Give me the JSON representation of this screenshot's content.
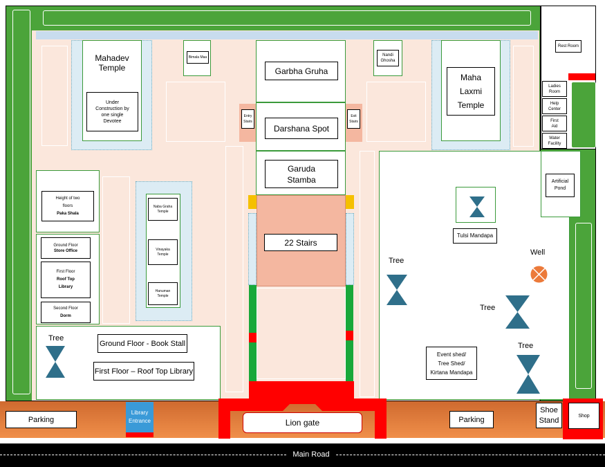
{
  "labels": {
    "mahadev": "Mahadev\nTemple",
    "under_construction": "Under\nConstruction by\none single\nDevotee",
    "bimala_maa": "Bimala Maa",
    "garbha_gruha": "Garbha Gruha",
    "nandi_ghosha": "Nandi\nGhosha",
    "maha_laxmi": "Maha\nLaxmi\nTemple",
    "rest_room": "Rest Room",
    "ladies_room": "Ladies\nRoom",
    "help_center": "Help\nCenter",
    "first_aid": "First\nAid",
    "water_facility": "Water\nFacility",
    "entry_stairs": "Entry\nStairs",
    "exit_stairs": "Exit\nStairs",
    "darshana_spot": "Darshana Spot",
    "garuda_stamba": "Garuda\nStamba",
    "twenty_two_stairs": "22 Stairs",
    "paka_shala_line1": "Height of two\nfloors",
    "paka_shala_line2": "Paka Shala",
    "store_line1": "Ground Floor",
    "store_line2": "Store Office",
    "library_line1": "First Floor",
    "library_line2": "Roof Top\nLibrary",
    "dorm_line1": "Second Floor",
    "dorm_line2": "Dorm",
    "naba_graha": "Naba Graha\nTemple",
    "vinayaka": "Vinayaka\nTemple",
    "hanuman": "Hanuman\nTemple",
    "artificial_pond": "Artificial\nPond",
    "tulsi_mandapa": "Tulsi Mandapa",
    "tree": "Tree",
    "well": "Well",
    "event_shed": "Event shed/\nTree Shed/\nKirtana Mandapa",
    "book_stall": "Ground Floor - Book Stall",
    "roof_top_library": "First Floor – Roof Top Library",
    "parking": "Parking",
    "library_entrance": "Library\nEntrance",
    "lion_gate": "Lion gate",
    "shoe_stand": "Shoe\nStand",
    "shop": "Shop",
    "main_road": "Main Road"
  },
  "colors": {
    "green": "#4ba43a",
    "peach": "#fbe7dc",
    "salmon": "#f4b7a0",
    "red": "#ff0000",
    "road_brown": "#e07a3e",
    "tree_blue": "#2f6f8a",
    "well_orange": "#ec7a3a"
  }
}
